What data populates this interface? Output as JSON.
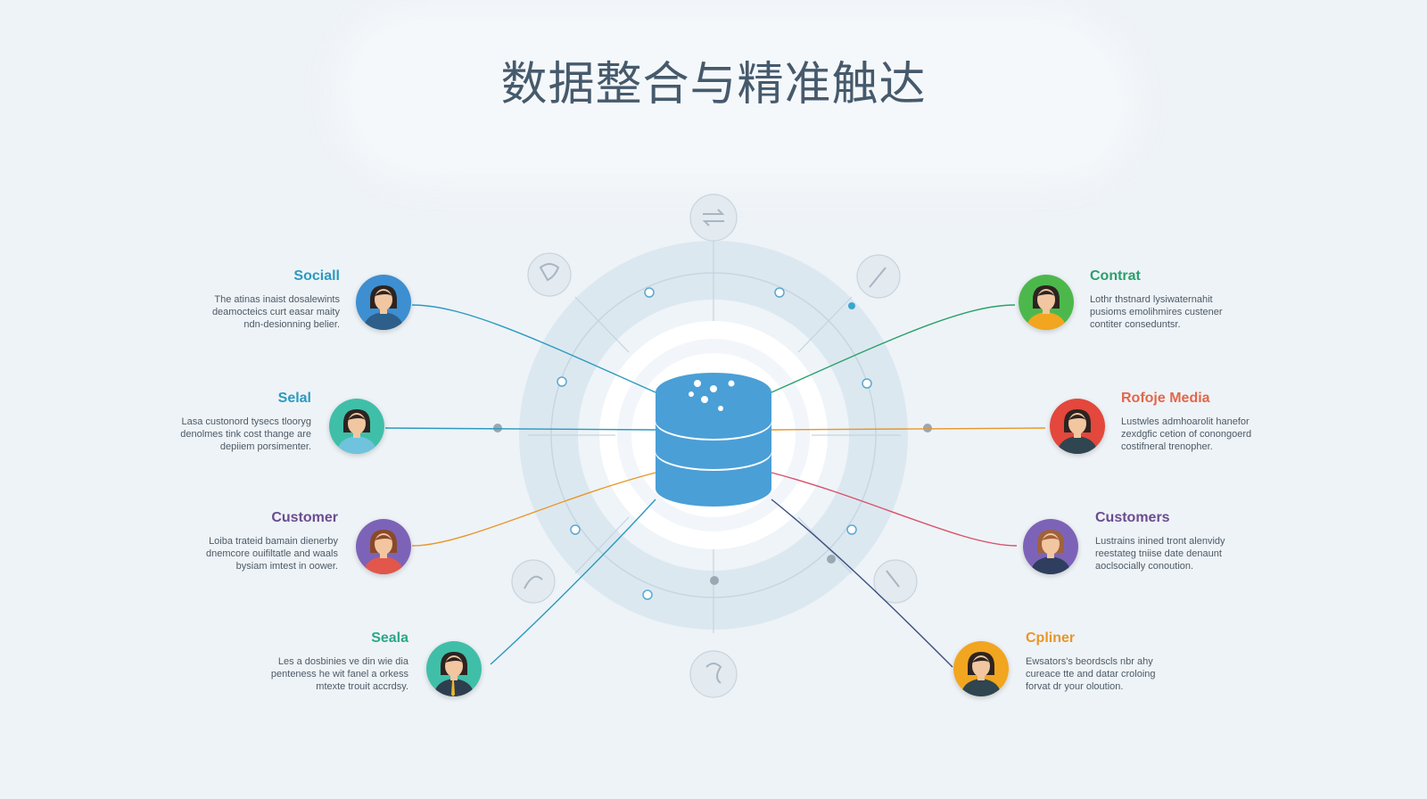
{
  "title": "数据整合与精准触达",
  "hub": {
    "icon": "database-icon"
  },
  "nodes": [
    {
      "id": "socall",
      "label": "Sociall",
      "color": "#2b9ac0",
      "side": "left",
      "desc": [
        "The atinas inaist dosalewints",
        "deamocteics curt easar maity",
        "ndn-desionning belier."
      ],
      "avatar": {
        "bg": "#3d8fd1",
        "skin": "#f2c6a0",
        "hair": "#2d2421",
        "shirt": "#2d5f8a"
      }
    },
    {
      "id": "selal",
      "label": "Selal",
      "color": "#2b9ac0",
      "side": "left",
      "desc": [
        "Lasa custonord tysecs tlooryg",
        "denolmes tink cost thange are",
        "depiiem porsimenter."
      ],
      "avatar": {
        "bg": "#3fbfa8",
        "skin": "#f2c6a0",
        "hair": "#2d2421",
        "shirt": "#6fc3dd"
      }
    },
    {
      "id": "customer",
      "label": "Customer",
      "color": "#6b4c8f",
      "side": "left",
      "desc": [
        "Loiba trateid bamain dienerby",
        "dnemcore ouifiltatle and waals",
        "bysiam imtest in oower."
      ],
      "avatar": {
        "bg": "#7d63b8",
        "skin": "#f2c6a0",
        "hair": "#8a4a2a",
        "shirt": "#e2574c"
      }
    },
    {
      "id": "seala",
      "label": "Seala",
      "color": "#2aa889",
      "side": "left",
      "desc": [
        "Les a dosbinies ve din wie dia",
        "penteness he wit fanel a orkess",
        "mtexte trouit accrdsy."
      ],
      "avatar": {
        "bg": "#3fbfa8",
        "skin": "#f2c6a0",
        "hair": "#2d2421",
        "shirt": "#2f3e4e",
        "tie": "#e8b82e"
      }
    },
    {
      "id": "contrat",
      "label": "Contrat",
      "color": "#2aa06a",
      "side": "right",
      "desc": [
        "Lothr thstnard lysiwaternahit",
        "pusioms emolihmires custener",
        "contiter conseduntsr."
      ],
      "avatar": {
        "bg": "#4cb84c",
        "skin": "#f2c6a0",
        "hair": "#2d2421",
        "shirt": "#f2a51f"
      }
    },
    {
      "id": "rofoje",
      "label": "Rofoje Media",
      "color": "#e2674a",
      "side": "right",
      "desc": [
        "Lustwles admhoarolit hanefor",
        "zexdgfic cetion of conongoerd",
        "costifneral trenopher."
      ],
      "avatar": {
        "bg": "#e4473c",
        "skin": "#f2c6a0",
        "hair": "#2d2421",
        "shirt": "#2f4550"
      }
    },
    {
      "id": "customers",
      "label": "Customers",
      "color": "#6b4c8f",
      "side": "right",
      "desc": [
        "Lustrains inined tront alenvidy",
        "reestateg tniise date denaunt",
        "aoclsocially conoution."
      ],
      "avatar": {
        "bg": "#7d63b8",
        "skin": "#f2c6a0",
        "hair": "#a0623a",
        "shirt": "#2f3e5e"
      }
    },
    {
      "id": "cpliner",
      "label": "Cpliner",
      "color": "#e8962a",
      "side": "right",
      "desc": [
        "Ewsators's beordscls nbr ahy",
        "cureace tte and datar croloing",
        "forvat dr your oloution."
      ],
      "avatar": {
        "bg": "#f2a51f",
        "skin": "#f2c6a0",
        "hair": "#2d2421",
        "shirt": "#2f4550"
      }
    }
  ]
}
